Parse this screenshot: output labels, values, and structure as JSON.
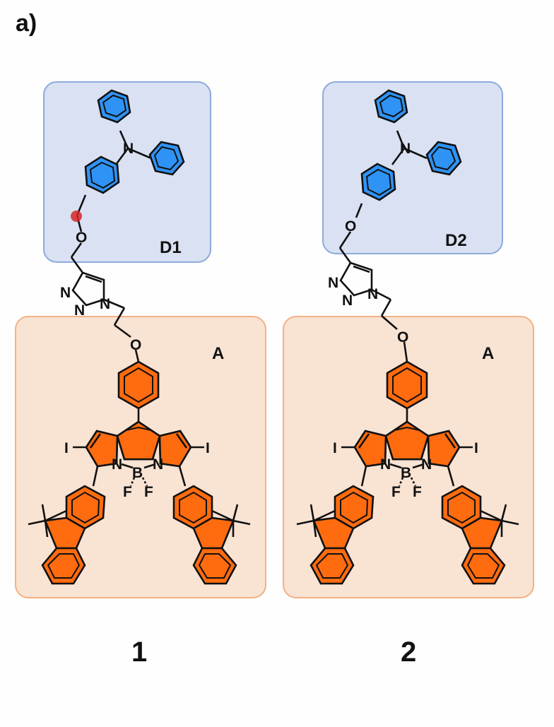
{
  "panel_label": "a)",
  "colors": {
    "donor_fill": "#d9e1f2",
    "donor_stroke": "#8eaadb",
    "donor_ring": "#2f93f5",
    "acceptor_fill": "#f9e3d3",
    "acceptor_stroke": "#f4b183",
    "acceptor_ring": "#ff6b0f",
    "bond": "#111111",
    "highlight": "#d62728"
  },
  "structures": [
    {
      "compound_number": "1",
      "donor_label": "D1",
      "acceptor_label": "A",
      "highlighted_atom": true,
      "atoms": {
        "N_amine": "N",
        "O_donor": "O",
        "N_triazole_1": "N",
        "N_triazole_2": "N",
        "N_triazole_3": "N",
        "O_linker": "O",
        "I_left": "I",
        "I_right": "I",
        "N_left": "N",
        "N_right": "N",
        "B": "B",
        "F_left": "F",
        "F_right": "F"
      }
    },
    {
      "compound_number": "2",
      "donor_label": "D2",
      "acceptor_label": "A",
      "highlighted_atom": false,
      "atoms": {
        "N_amine": "N",
        "O_donor": "O",
        "N_triazole_1": "N",
        "N_triazole_2": "N",
        "N_triazole_3": "N",
        "O_linker": "O",
        "I_left": "I",
        "I_right": "I",
        "N_left": "N",
        "N_right": "N",
        "B": "B",
        "F_left": "F",
        "F_right": "F"
      }
    }
  ]
}
